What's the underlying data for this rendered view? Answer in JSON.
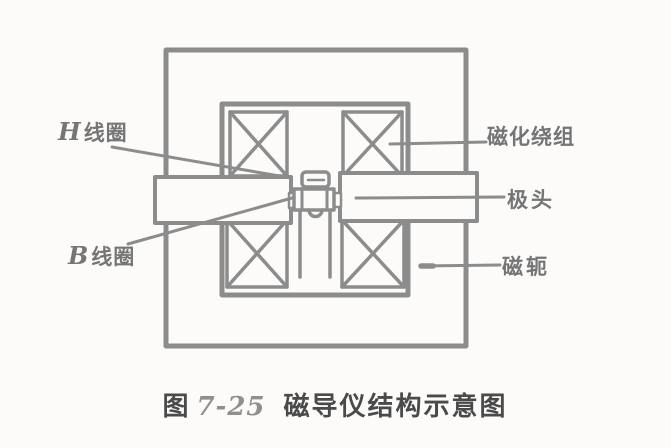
{
  "figure": {
    "labels": {
      "h_coil_letter": "H",
      "h_coil_text": "线圈",
      "b_coil_letter": "B",
      "b_coil_text": "线圈",
      "magnetizing_winding": "磁化绕组",
      "pole_head": "极头",
      "yoke": "磁轭"
    },
    "caption": {
      "prefix": "图",
      "number": "7-25",
      "title": "磁导仪结构示意图"
    },
    "colors": {
      "background": "#fcfbf9",
      "line": "#8c8c8c",
      "label_text": "#757575",
      "caption_text": "#4a4a4a",
      "caption_number": "#8f8f8f"
    }
  }
}
